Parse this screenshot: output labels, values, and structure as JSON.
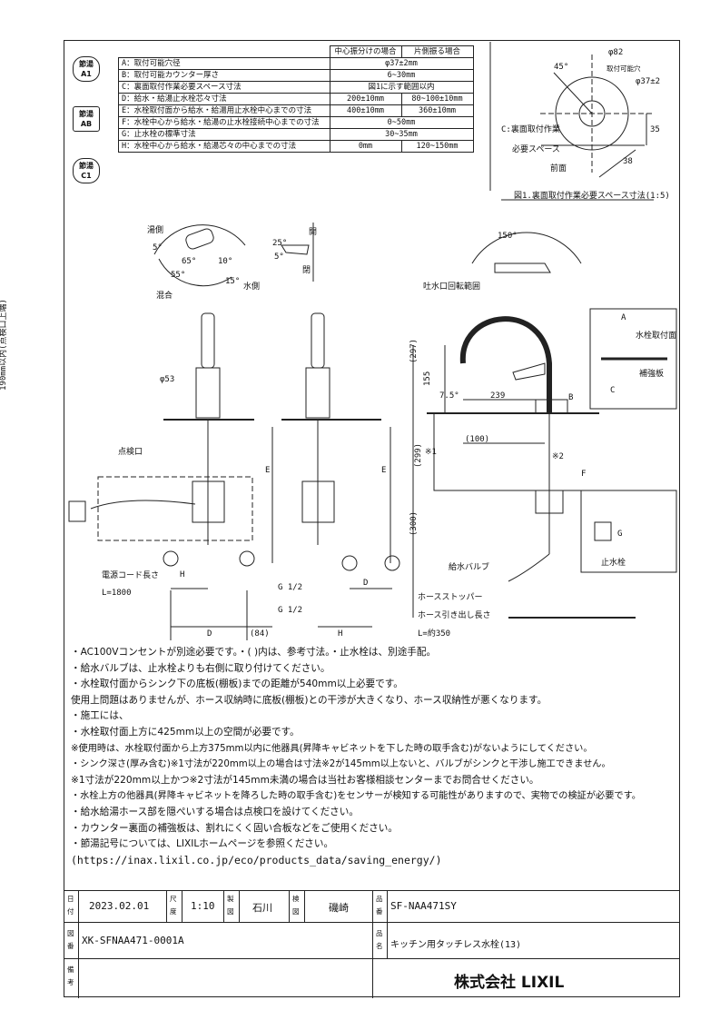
{
  "spec_table": {
    "col_center": "中心振分けの場合",
    "col_side": "片側振る場合",
    "rows": [
      {
        "label": "A：取付可能穴径",
        "center": "φ37±2mm",
        "side": ""
      },
      {
        "label": "B：取付可能カウンター厚さ",
        "center": "6~30mm",
        "side": ""
      },
      {
        "label": "C：裏面取付作業必要スペース寸法",
        "center": "図1に示す範囲以内",
        "side": ""
      },
      {
        "label": "D：給水・給湯止水栓芯々寸法",
        "center": "200±10mm",
        "side": "80~100±10mm"
      },
      {
        "label": "E：水栓取付面から給水・給湯用止水栓中心までの寸法",
        "center": "400±10mm",
        "side": "360±10mm"
      },
      {
        "label": "F：水栓中心から給水・給湯の止水栓接続中心までの寸法",
        "center": "0~50mm",
        "side": ""
      },
      {
        "label": "G：止水栓の標準寸法",
        "center": "30~35mm",
        "side": ""
      },
      {
        "label": "H：水栓中心から給水・給湯芯々の中心までの寸法",
        "center": "0mm",
        "side": "120~150mm"
      }
    ]
  },
  "badges": [
    {
      "top": "節湯",
      "bottom": "A1"
    },
    {
      "top": "節湯",
      "bottom": "AB"
    },
    {
      "top": "節湯",
      "bottom": "C1"
    }
  ],
  "figure1": {
    "caption": "図1.裏面取付作業必要スペース寸法(1:5)",
    "label_space": "C:裏面取付作業",
    "label_space2": "必要スペース",
    "label_front": "前面",
    "label_hole": "取付可能穴",
    "dim_phi": "φ37±2",
    "dim_82": "φ82",
    "dim_45": "45°",
    "dim_35": "35",
    "dim_38": "38"
  },
  "handle_diagram": {
    "hot": "湯側",
    "cold": "水側",
    "mix": "混合",
    "open": "開",
    "close": "閉",
    "a5": "5°",
    "a65": "65°",
    "a55": "55°",
    "a10": "10°",
    "a15": "15°",
    "a25": "25°",
    "a5b": "5°"
  },
  "spout_rotation": {
    "label": "吐水口回転範囲",
    "angle": "150°"
  },
  "drawing_labels": {
    "vertical_note": "190mm以内(点検口上端)",
    "inspection": "点検口",
    "phi53": "φ53",
    "power_cord": "電源コード長さ",
    "power_len": "L=1800",
    "H": "H",
    "D": "D",
    "E": "E",
    "F": "F",
    "G": "G",
    "A": "A",
    "B": "B",
    "C": "C",
    "g12a": "G 1/2",
    "g12b": "G 1/2",
    "d84": "(84)",
    "d297": "(297)",
    "d155": "155",
    "d239": "239",
    "d75": "7.5°",
    "d100": "(100)",
    "star1": "※1",
    "star2": "※2",
    "d299": "(299)",
    "d300": "(300)",
    "supply_valve": "給水バルブ",
    "hose_stopper": "ホースストッパー",
    "hose_len": "ホース引き出し長さ",
    "hose_value": "L=約350",
    "faucet_surface": "水栓取付面",
    "reinforce": "補強板",
    "stop_valve": "止水栓"
  },
  "notes": [
    "・AC100Vコンセントが別途必要です。・(  )内は、参考寸法。・止水栓は、別途手配。",
    "・給水バルブは、止水栓よりも右側に取り付けてください。",
    "・水栓取付面からシンク下の底板(棚板)までの距離が540mm以上必要です。",
    "  使用上問題はありませんが、ホース収納時に底板(棚板)との干渉が大きくなり、ホース収納性が悪くなります。",
    "・施工には、",
    "  ・水栓取付面上方に425mm以上の空間が必要です。",
    "   ※使用時は、水栓取付面から上方375mm以内に他器具(昇降キャビネットを下した時の取手含む)がないようにしてください。",
    "  ・シンク深さ(厚み含む)※1寸法が220mm以上の場合は寸法※2が145mm以上ないと、バルブがシンクと干渉し施工できません。",
    "   ※1寸法が220mm以上かつ※2寸法が145mm未満の場合は当社お客様相談センターまでお問合せください。",
    "・水栓上方の他器具(昇降キャビネットを降ろした時の取手含む)をセンサーが検知する可能性がありますので、実物での検証が必要です。",
    "・給水給湯ホース部を隠ぺいする場合は点検口を設けてください。",
    "・カウンター裏面の補強板は、割れにくく固い合板などをご使用ください。",
    "・節湯記号については、LIXILホームページを参照ください。",
    "(https://inax.lixil.co.jp/eco/products_data/saving_energy/)"
  ],
  "titleblock": {
    "date_label": "日付",
    "date": "2023.02.01",
    "scale_label": "尺度",
    "scale": "1:10",
    "drawn_label": "製図",
    "drawn": "石川",
    "checked_label": "検図",
    "checked": "磯崎",
    "product_no_label": "品番",
    "product_no": "SF-NAA471SY",
    "drawing_no_label": "図番",
    "drawing_no": "XK-SFNAA471-0001A",
    "product_name_label": "品名",
    "product_name": "キッチン用タッチレス水栓(13)",
    "remarks_label": "備考",
    "company": "株式会社 LIXIL"
  }
}
